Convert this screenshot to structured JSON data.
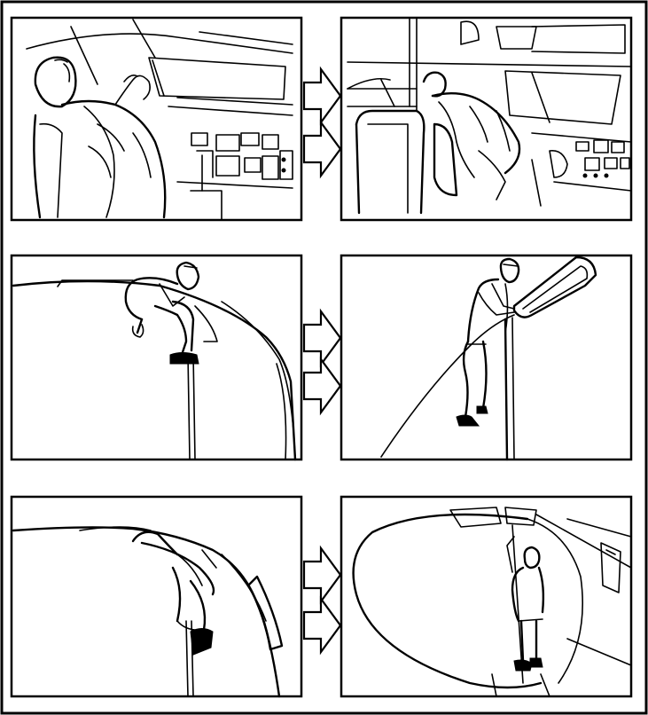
{
  "figure": {
    "panel_count": 6,
    "rows": [
      {
        "left": "pilot-seated-in-cockpit",
        "right": "pilot-leaning-to-window"
      },
      {
        "left": "pilot-climbing-out-window",
        "right": "pilot-hanging-from-window-frame"
      },
      {
        "left": "person-descending-fuselage",
        "right": "person-rope-descent-from-nose"
      }
    ],
    "connector_icon": "double-arrow-icon",
    "colors": {
      "ink": "#000000",
      "paper": "#ffffff"
    }
  }
}
